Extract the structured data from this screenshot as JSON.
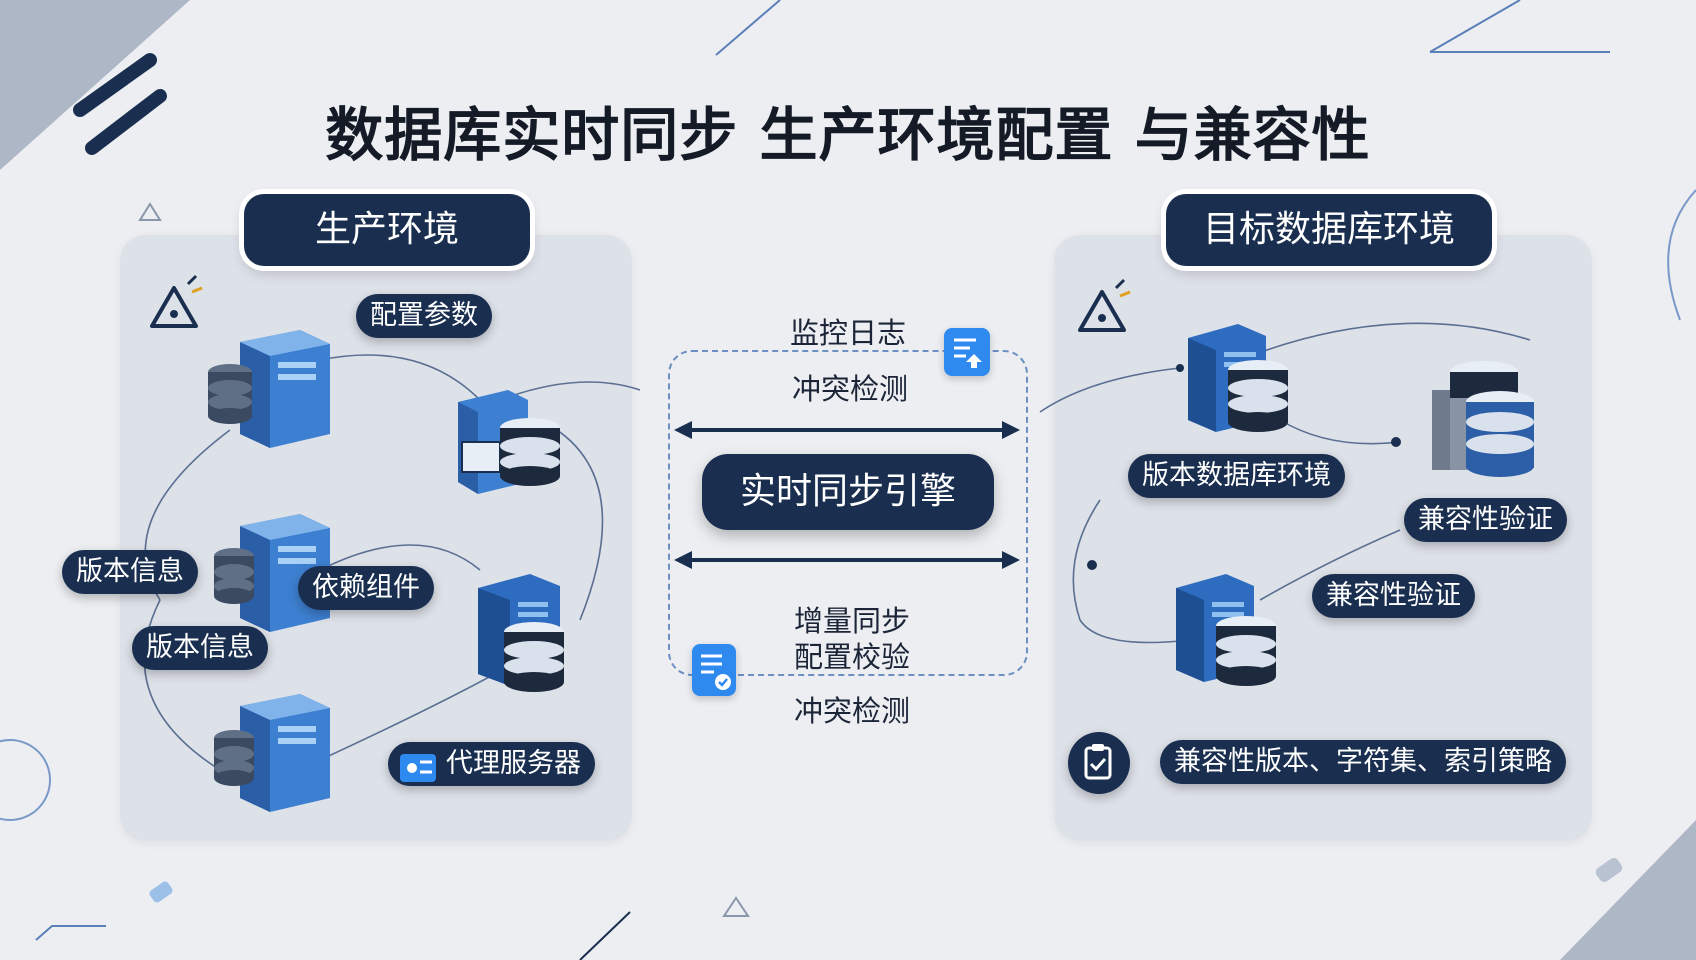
{
  "title": "数据库实时同步 生产环境配置 与兼容性",
  "left_panel": {
    "header": "生产环境",
    "labels": {
      "config_params": "配置参数",
      "version_info_1": "版本信息",
      "dependency": "依赖组件",
      "version_info_2": "版本信息",
      "proxy_server": "代理服务器"
    }
  },
  "center": {
    "monitor_log": "监控日志",
    "conflict_detect_top": "冲突检测",
    "engine": "实时同步引擎",
    "incremental_sync": "增量同步",
    "config_verify": "配置校验",
    "conflict_detect_bottom": "冲突检测"
  },
  "right_panel": {
    "header": "目标数据库环境",
    "labels": {
      "version_db_env": "版本数据库环境",
      "compat_verify_1": "兼容性验证",
      "compat_verify_2": "兼容性验证",
      "compat_strategy": "兼容性版本、字符集、索引策略"
    }
  },
  "colors": {
    "navy": "#1a2f50",
    "panel": "#dde1e8",
    "server_blue": "#3d7fd0",
    "accent": "#2f8af0"
  },
  "icons": [
    "warning-bell-icon",
    "server-icon",
    "database-icon",
    "document-upload-icon",
    "document-check-icon",
    "clipboard-check-icon",
    "proxy-icon",
    "double-arrow-icon"
  ]
}
